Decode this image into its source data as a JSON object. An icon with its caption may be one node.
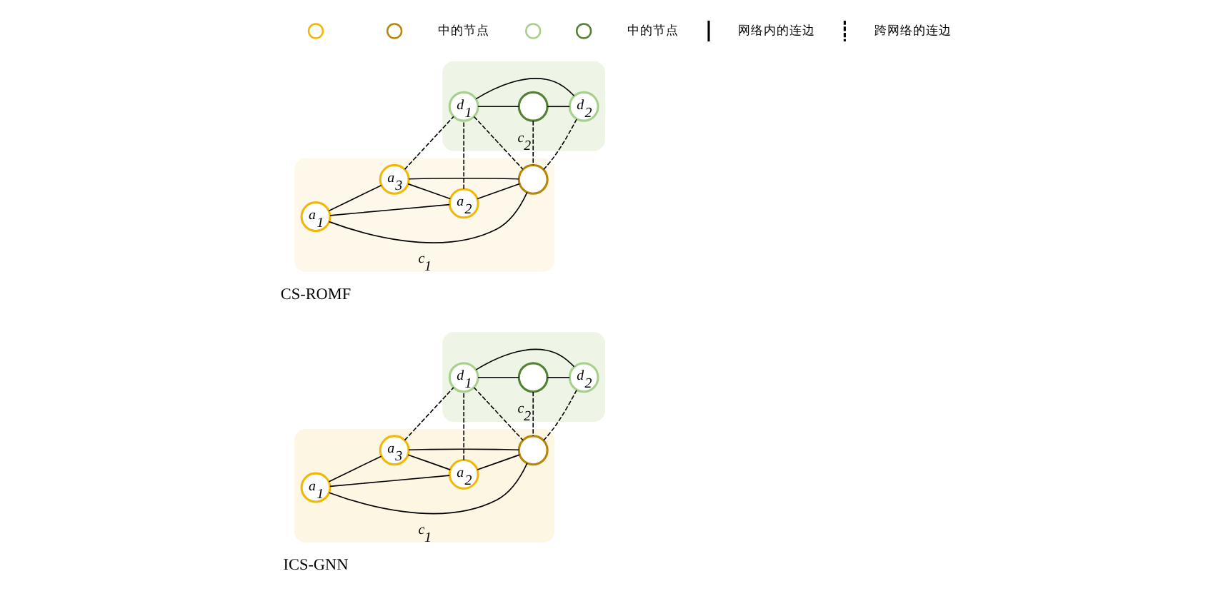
{
  "diagram": {
    "nodes": [
      {
        "text": [
          "c$_{1}$"
        ]
      },
      {
        "text": [
          "c$_{2}$"
        ]
      },
      {
        "text": [
          "a$_{1}$"
        ],
        "in": 0
      },
      {
        "text": [
          "a$_{3}$"
        ],
        "in": 0
      },
      {
        "text": [
          "a$_{2}$"
        ],
        "in": 0
      },
      {
        "text": [
          "d$_{1}$"
        ],
        "in": 1
      },
      {
        "text": [],
        "shape": "circle",
        "in": 1
      },
      {
        "text": [
          "d$_{2}$"
        ],
        "in": 1
      },
      {
        "text": [],
        "shape": "circle",
        "in": 0
      },
      {
        "text": [
          "c$_{1}$"
        ]
      },
      {
        "text": [
          "c$_{2}$"
        ]
      },
      {
        "text": [
          "a$_{1}$"
        ],
        "in": 9
      },
      {
        "text": [
          "a$_{3}$"
        ],
        "in": 9
      },
      {
        "text": [
          "a$_{2}$"
        ],
        "in": 9
      },
      {
        "text": [
          "d$_{1}$"
        ],
        "in": 10
      },
      {
        "text": [],
        "shape": "circle",
        "in": 10
      },
      {
        "text": [
          "d$_{2}$"
        ],
        "in": 10
      },
      {
        "text": [],
        "shape": "circle",
        "in": 9
      }
    ],
    "edges": [
      {
        "from": 2,
        "to": 3,
        "arrow": "none"
      },
      {
        "from": 2,
        "to": 4,
        "arrow": "none"
      },
      {
        "from": 2,
        "to": 8,
        "arrow": "none"
      },
      {
        "from": 3,
        "to": 4,
        "arrow": "none"
      },
      {
        "from": 3,
        "to": 8,
        "arrow": "none"
      },
      {
        "from": 3,
        "to": 5,
        "arrow": "none",
        "style": "dashed"
      },
      {
        "from": 4,
        "to": 5,
        "arrow": "none",
        "style": "dashed"
      },
      {
        "from": 4,
        "to": 8,
        "arrow": "none"
      },
      {
        "from": 5,
        "to": 6,
        "arrow": "none"
      },
      {
        "from": 5,
        "to": 7,
        "arrow": "none"
      },
      {
        "from": 6,
        "to": 7,
        "arrow": "none"
      },
      {
        "from": 5,
        "to": 8,
        "arrow": "none",
        "style": "dashed"
      },
      {
        "from": 6,
        "to": 8,
        "arrow": "none",
        "style": "dashed"
      },
      {
        "from": 7,
        "to": 8,
        "arrow": "none",
        "style": "dashed"
      },
      {
        "from": 11,
        "to": 12,
        "arrow": "none"
      },
      {
        "from": 11,
        "to": 13,
        "arrow": "none"
      },
      {
        "from": 11,
        "to": 17,
        "arrow": "none"
      },
      {
        "from": 12,
        "to": 13,
        "arrow": "none"
      },
      {
        "from": 12,
        "to": 17,
        "arrow": "none"
      },
      {
        "from": 12,
        "to": 14,
        "arrow": "none",
        "style": "dashed"
      },
      {
        "from": 13,
        "to": 14,
        "arrow": "none",
        "style": "dashed"
      },
      {
        "from": 13,
        "to": 17,
        "arrow": "none"
      },
      {
        "from": 14,
        "to": 15,
        "arrow": "none"
      },
      {
        "from": 14,
        "to": 16,
        "arrow": "none"
      },
      {
        "from": 15,
        "to": 16,
        "arrow": "none"
      },
      {
        "from": 14,
        "to": 17,
        "arrow": "none",
        "style": "dashed"
      },
      {
        "from": 15,
        "to": 17,
        "arrow": "none",
        "style": "dashed"
      },
      {
        "from": 16,
        "to": 17,
        "arrow": "none",
        "style": "dashed"
      }
    ],
    "labels": [
      "ICS-GNN",
      "CS-ROMF"
    ],
    "legend": [
      {
        "text": "中的节点"
      },
      {
        "text": "中的节点"
      },
      {
        "text": "网络内的连边"
      },
      {
        "text": "跨网络的连边"
      }
    ]
  }
}
